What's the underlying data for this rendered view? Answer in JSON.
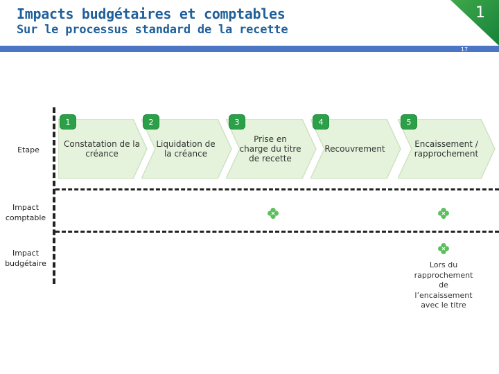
{
  "slide": {
    "title": "Impacts budgétaires et comptables",
    "subtitle": "Sur le processus standard de la recette",
    "page_number": "17",
    "corner_number": "1"
  },
  "rows": {
    "etape": "Etape",
    "impact_comptable": "Impact comptable",
    "impact_budgetaire": "Impact budgétaire"
  },
  "steps": [
    {
      "number": "1",
      "label": "Constatation de la créance"
    },
    {
      "number": "2",
      "label": "Liquidation de la créance"
    },
    {
      "number": "3",
      "label": "Prise en charge du titre de recette"
    },
    {
      "number": "4",
      "label": "Recouvrement"
    },
    {
      "number": "5",
      "label": "Encaissement / rapprochement"
    }
  ],
  "impacts": {
    "comptable": [
      "Prise en charge du titre de recette",
      "Encaissement / rapprochement"
    ],
    "budgetaire": [
      "Encaissement / rapprochement"
    ]
  },
  "budgetary_note": "Lors du rapprochement de l’encaissement avec le titre",
  "colors": {
    "title": "#1f5f9a",
    "bar": "#4a76c4",
    "corner": "#2b9a45",
    "badge": "#2ca048",
    "mark": "#5bbf5b",
    "chevron_fill": "#e6f3dc",
    "chevron_stroke": "#cfe2c2"
  },
  "icons": {
    "impact_mark": "clover-cross-icon",
    "step_badge": "rounded-square-badge"
  }
}
